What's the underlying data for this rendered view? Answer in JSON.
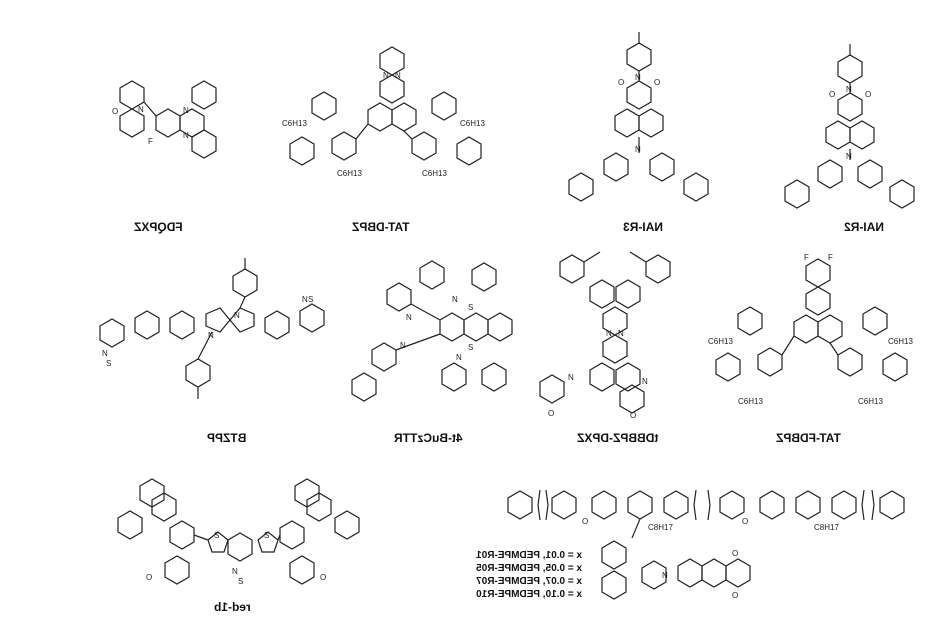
{
  "compounds": [
    {
      "id": "fdqpxz",
      "label": "FDQPXZ"
    },
    {
      "id": "tat-dbpz",
      "label": "TAT-DBPZ"
    },
    {
      "id": "nai-r3",
      "label": "NAI-R3"
    },
    {
      "id": "nai-r2",
      "label": "NAI-R2"
    },
    {
      "id": "btzpp",
      "label": "BTZPP"
    },
    {
      "id": "4t-buczttr",
      "label": "4t-BuCzTTR"
    },
    {
      "id": "tdbbpz-dpxz",
      "label": "tDBBPZ-DPXZ"
    },
    {
      "id": "tat-fdbpz",
      "label": "TAT-FDBPZ"
    },
    {
      "id": "red-1b",
      "label": "red-1b"
    }
  ],
  "pedmpe_legend": [
    "x = 0.01, PEDMPE-R01",
    "x = 0.05, PEDMPE-R05",
    "x = 0.07, PEDMPE-R07",
    "x = 0.10, PEDMPE-R10"
  ],
  "atom_labels": {
    "n": "N",
    "o": "O",
    "s": "S",
    "f": "F",
    "hexyl": "C6H13",
    "octyl": "C8H17"
  }
}
